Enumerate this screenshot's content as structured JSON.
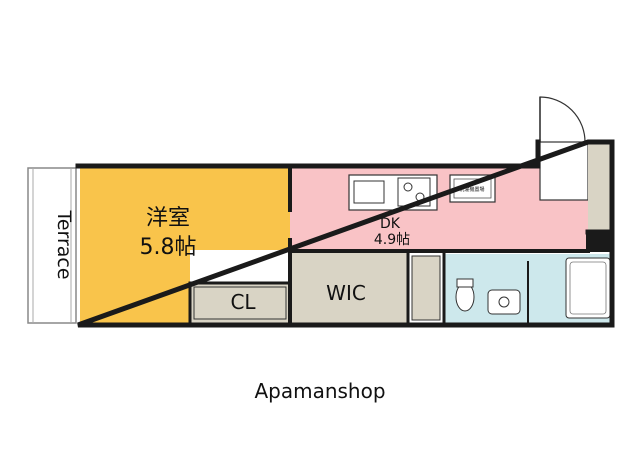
{
  "rooms": {
    "western_room": {
      "name": "洋室",
      "size": "5.8帖"
    },
    "dk": {
      "name": "DK",
      "size": "4.9帖"
    },
    "closet": {
      "name": "CL"
    },
    "walk_in_closet": {
      "name": "WIC"
    }
  },
  "terrace": {
    "label": "Terrace"
  },
  "appliance_space": {
    "label": "洗濯機置場"
  },
  "brand": {
    "name": "Apamanshop"
  },
  "colors": {
    "western_room": "#f9c44b",
    "dk": "#f9c3c6",
    "storage": "#d9d4c5",
    "bath": "#cde8ec",
    "wall": "#1a1a1a"
  }
}
